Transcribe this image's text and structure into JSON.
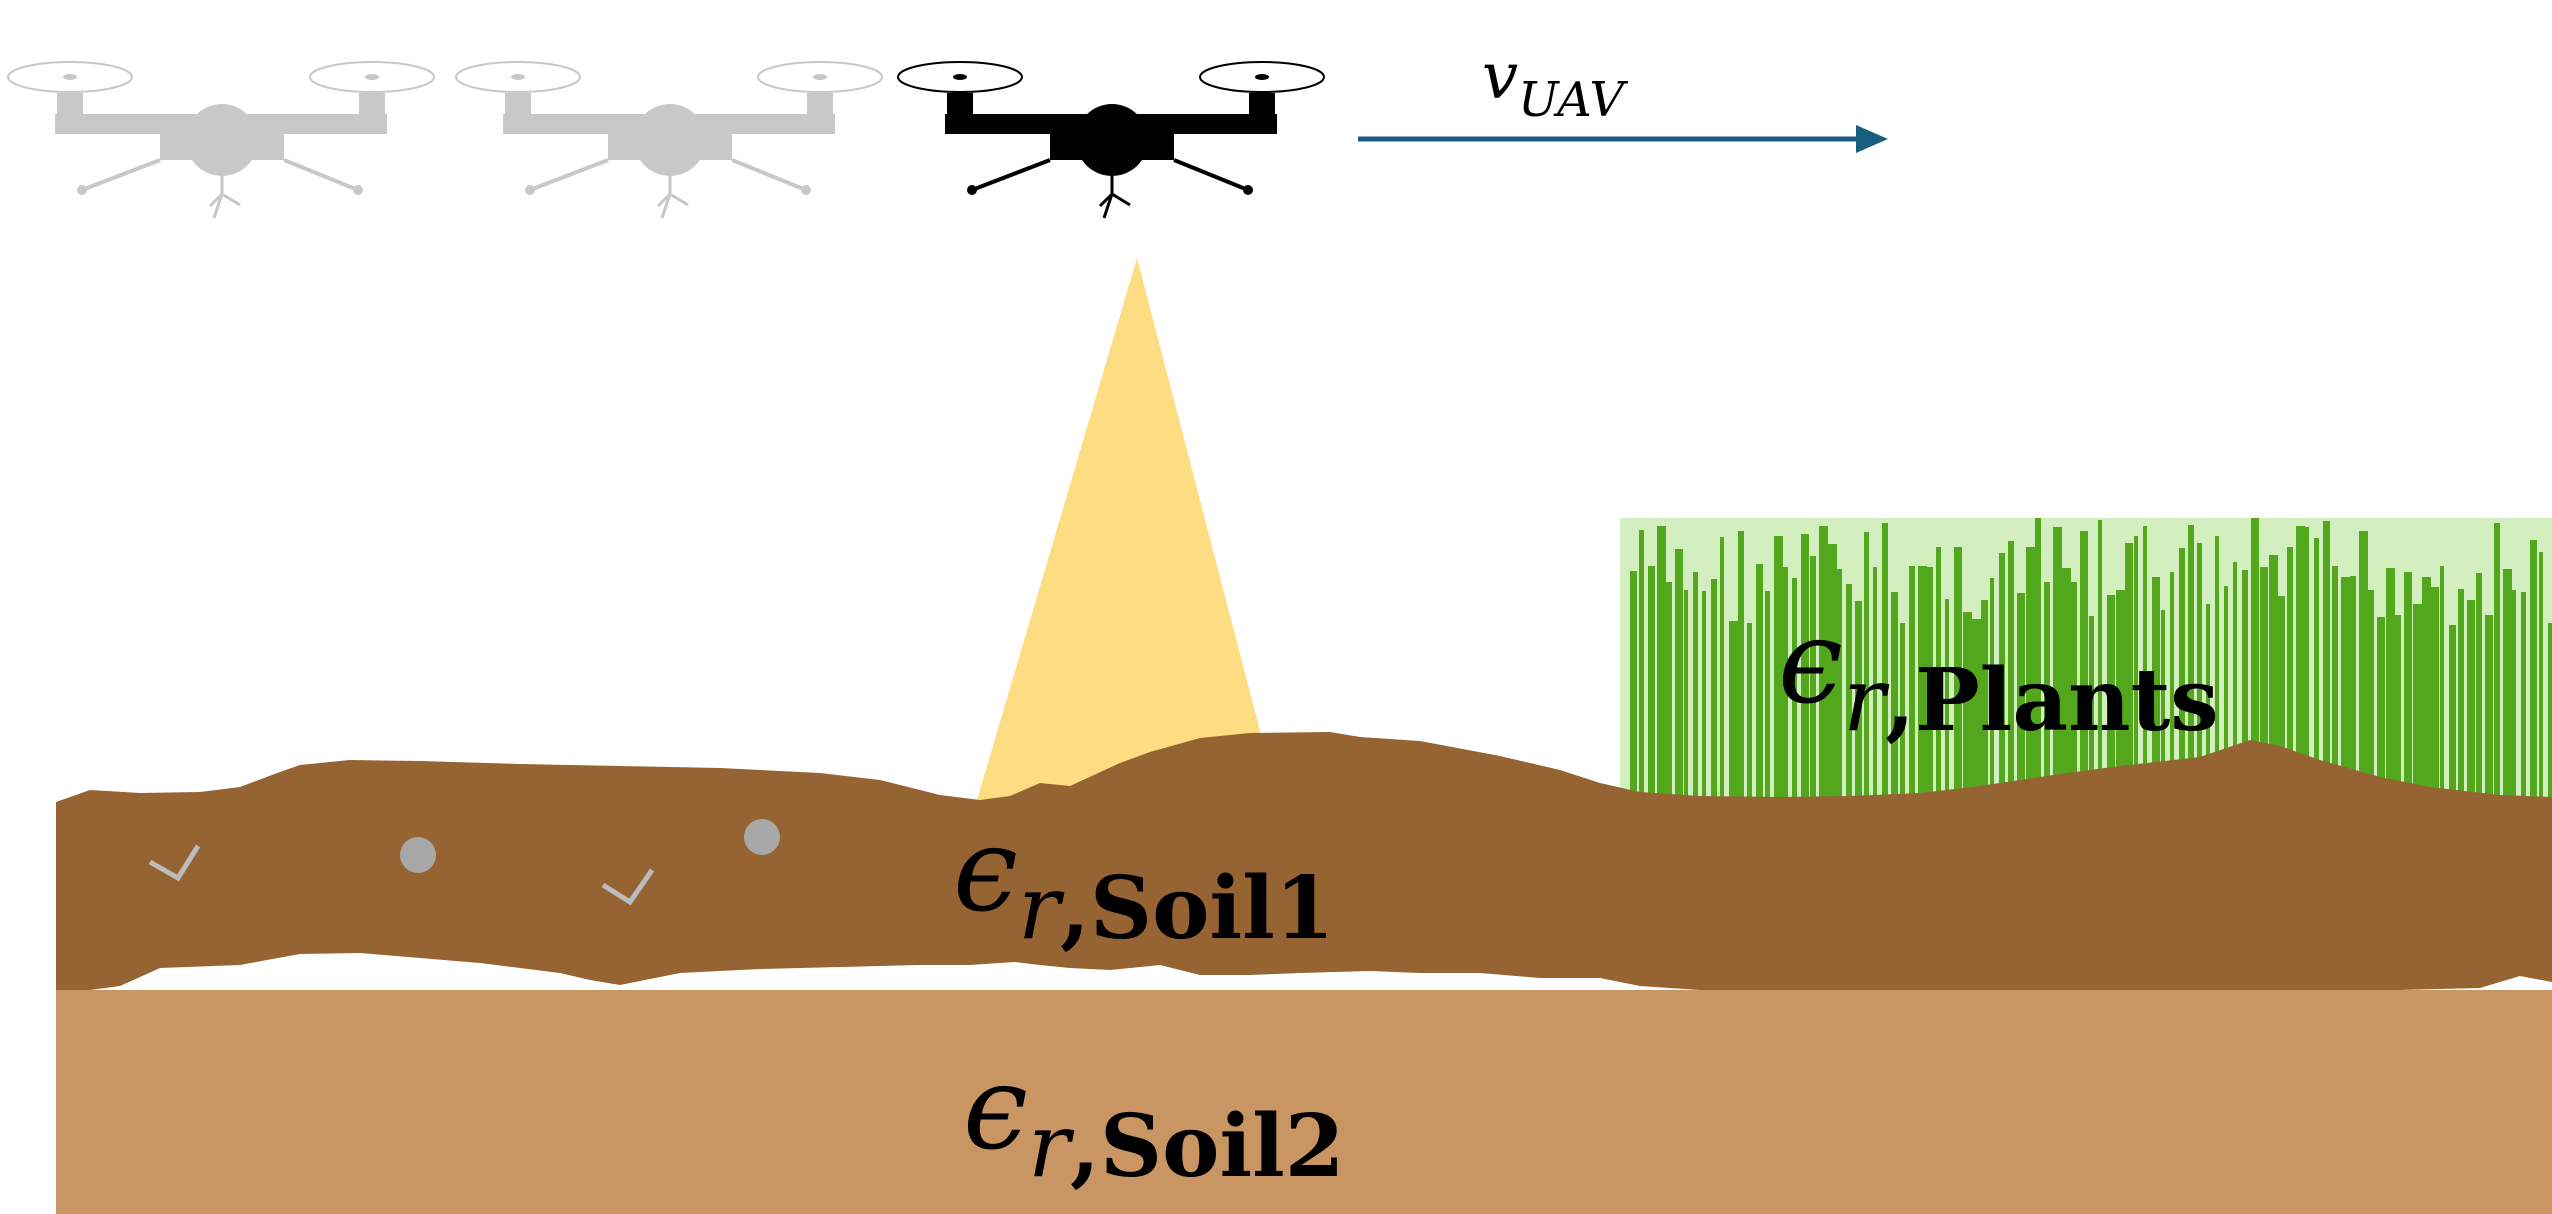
{
  "velocity_label": {
    "symbol": "v",
    "subscript": "UAV"
  },
  "soil1_label": {
    "symbol": "ϵ",
    "sub_r": "r",
    "sub_text": ",Soil1"
  },
  "soil2_label": {
    "symbol": "ϵ",
    "sub_r": "r",
    "sub_text": ",Soil2"
  },
  "plants_label": {
    "symbol": "ϵ",
    "sub_r": "r",
    "sub_text": ",Plants"
  },
  "drones": [
    {
      "state": "past",
      "color": "#c8c8c8"
    },
    {
      "state": "past",
      "color": "#c8c8c8"
    },
    {
      "state": "current",
      "color": "#000000"
    }
  ],
  "colors": {
    "arrow": "#1a5e7f",
    "beam": "#fddc82",
    "soil_top": "#966333",
    "soil_bottom": "#c99563",
    "plant_dark": "#53a71d",
    "plant_light": "#d3efbf",
    "pebble": "#a8a8a8"
  }
}
